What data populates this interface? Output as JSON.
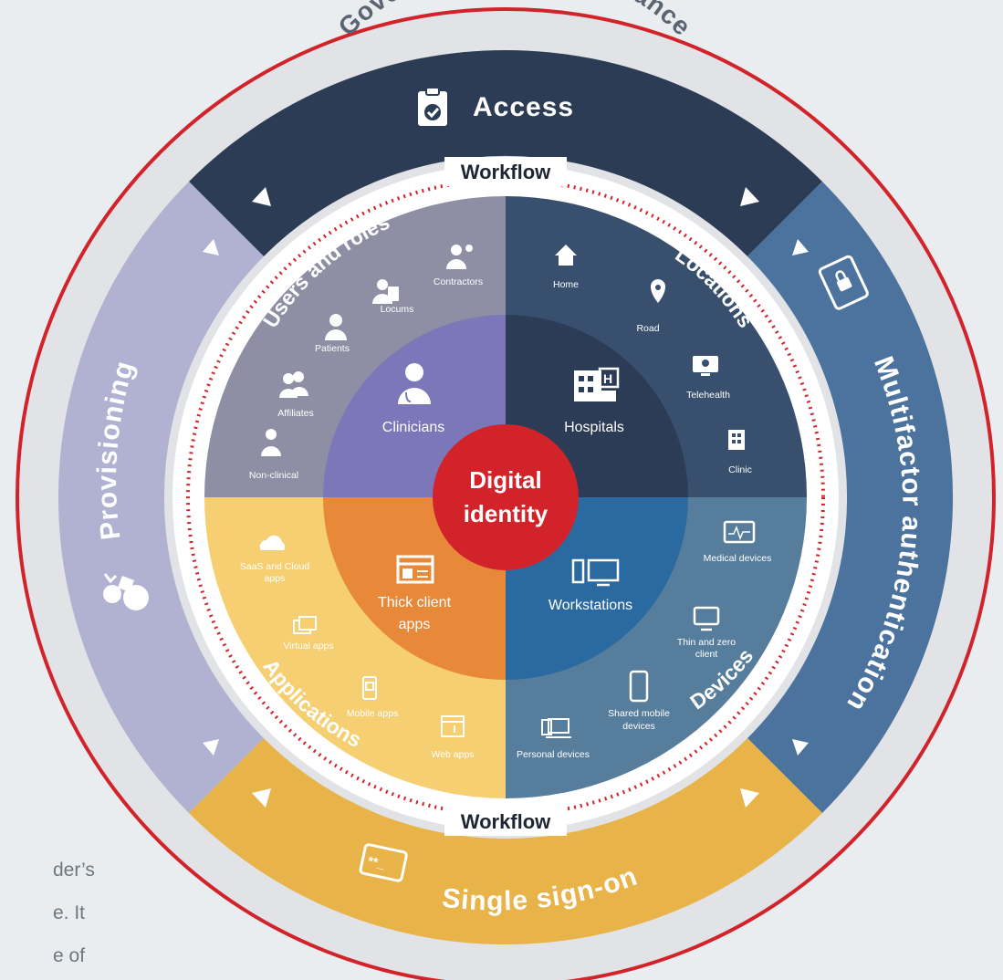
{
  "outer_ring_label": "Governance and compliance",
  "bands": {
    "access": "Access",
    "mfa": "Multifactor authentication",
    "sso": "Single sign-on",
    "provisioning": "Provisioning"
  },
  "workflow_top": "Workflow",
  "workflow_bottom": "Workflow",
  "center": {
    "line1": "Digital",
    "line2": "identity"
  },
  "quadrants": {
    "users_roles": {
      "title": "Users and roles",
      "core": "Clinicians",
      "items": [
        "Contractors",
        "Locums",
        "Patients",
        "Affiliates",
        "Non-clinical"
      ]
    },
    "locations": {
      "title": "Locations",
      "core": "Hospitals",
      "items": [
        "Home",
        "Road",
        "Telehealth",
        "Clinic"
      ]
    },
    "applications": {
      "title": "Applications",
      "core_line1": "Thick client",
      "core_line2": "apps",
      "items": [
        "SaaS and Cloud",
        "apps",
        "Virtual apps",
        "Mobile apps",
        "Web apps"
      ]
    },
    "devices": {
      "title": "Devices",
      "core": "Workstations",
      "items": [
        "Medical devices",
        "Thin and zero",
        "client",
        "Shared mobile",
        "devices",
        "Personal devices"
      ]
    }
  },
  "side_text": [
    "der’s",
    "e. It",
    "e of"
  ],
  "colors": {
    "background": "#e9edf0",
    "red_ring": "#d2232a",
    "access": "#2c3c55",
    "mfa": "#4b739d",
    "sso": "#e8b349",
    "provisioning": "#b1b1d1",
    "users_quadrant": "#8e8ea4",
    "locations_quadrant": "#384f6d",
    "applications_quadrant": "#f5cf71",
    "devices_quadrant": "#577d9d",
    "clinicians": "#7b77b9",
    "hospitals": "#2d3c56",
    "thick_client": "#e8893a",
    "workstations": "#2b6aa0",
    "center": "#d2232a"
  }
}
